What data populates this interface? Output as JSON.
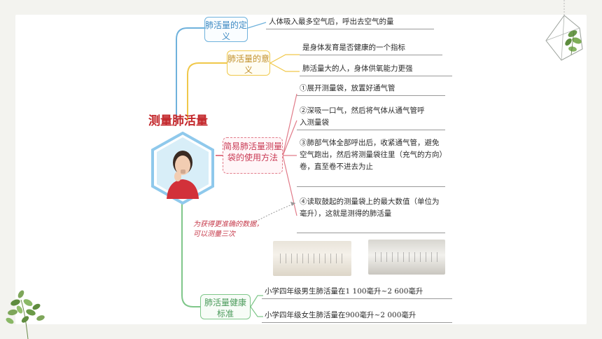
{
  "central": {
    "title": "测量肺活量"
  },
  "branches": {
    "definition": {
      "node_label": "肺活量的定义",
      "leaf": "人体吸入最多空气后，呼出去空气的量"
    },
    "meaning": {
      "node_label": "肺活量的意义",
      "leaves": [
        "是身体发育是否健康的一个指标",
        "肺活量大的人，身体供氧能力更强"
      ]
    },
    "method": {
      "node_label": "简易肺活量测量袋的使用方法",
      "steps": [
        "①展开测量袋，放置好通气管",
        "②深吸一口气，然后将气体从通气管呼入测量袋",
        "③肺部气体全部呼出后，收紧通气管，避免空气跑出，然后将测量袋往里（充气的方向）卷，直至卷不进去为止",
        "④读取鼓起的测量袋上的最大数值（单位为毫升），这就是测得的肺活量"
      ]
    },
    "standard": {
      "node_label": "肺活量健康标准",
      "leaves": [
        "小学四年级男生肺活量在1 100毫升~2 600毫升",
        "小学四年级女生肺活量在900毫升~2 000毫升"
      ]
    }
  },
  "note": {
    "text": "为获得更准确的数据，可以测量三次"
  },
  "colors": {
    "blue": "#6fb2dc",
    "yellow": "#f0c84a",
    "red": "#e17b89",
    "green": "#7fc78a",
    "title_red": "#c3272b",
    "hexagon": "#8fc9ec"
  },
  "icons": [
    "hexagon-portrait",
    "geometric-plant-terrarium-icon",
    "leaf-vine-icon"
  ]
}
